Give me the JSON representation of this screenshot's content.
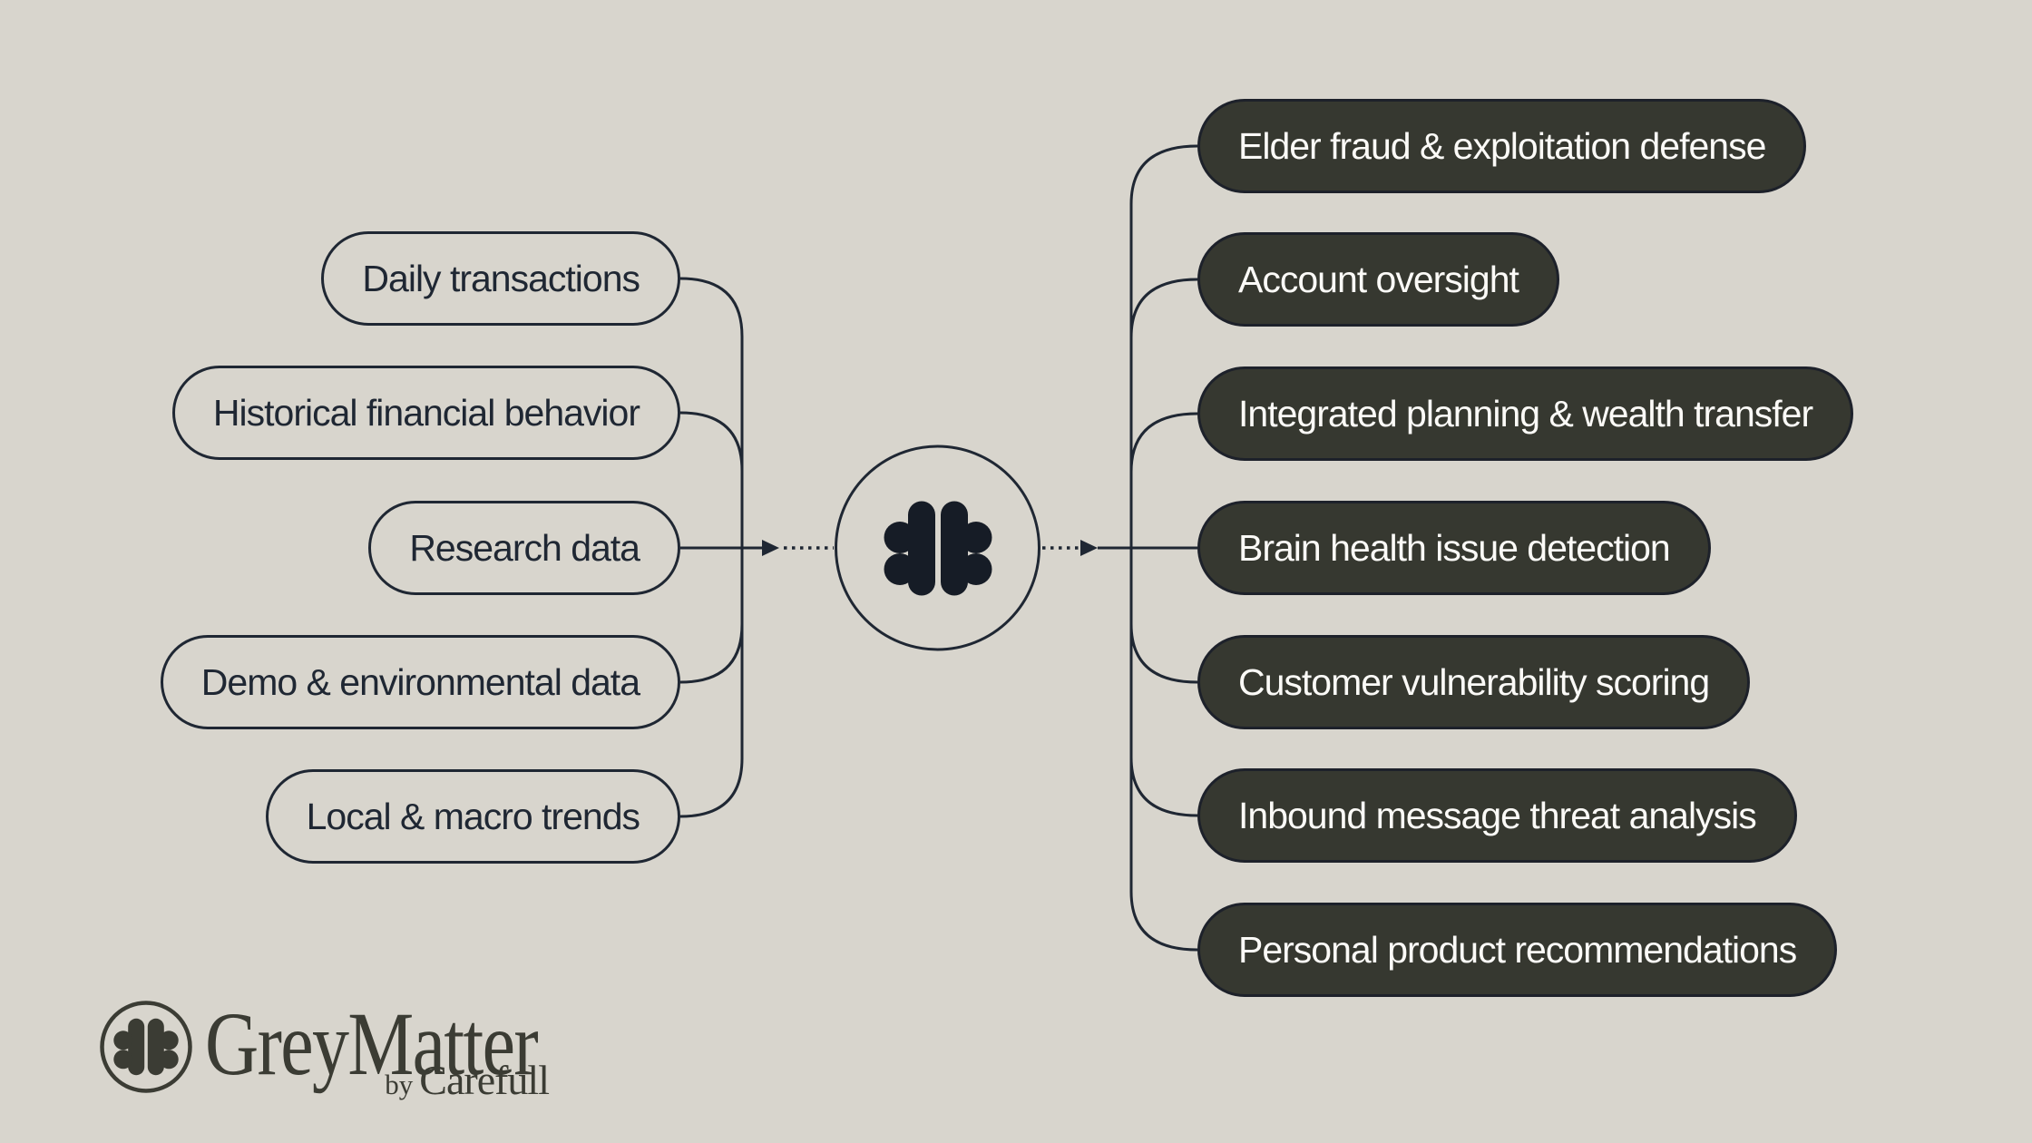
{
  "inputs": {
    "items": [
      "Daily transactions",
      "Historical financial behavior",
      "Research data",
      "Demo & environmental data",
      "Local & macro trends"
    ]
  },
  "outputs": {
    "items": [
      "Elder fraud & exploitation defense",
      "Account oversight",
      "Integrated planning & wealth transfer",
      "Brain health issue detection",
      "Customer vulnerability scoring",
      "Inbound message threat analysis",
      "Personal product recommendations"
    ]
  },
  "hub": {
    "icon": "brain-icon"
  },
  "logo": {
    "wordmark": "GreyMatter",
    "byline_prefix": "by",
    "byline_brand": "Carefull",
    "icon": "brain-in-circle-icon"
  },
  "colors": {
    "background": "#d8d5cd",
    "ink": "#1f2733",
    "hub_brain": "#161c26",
    "pill_dark_bg": "#363830",
    "pill_dark_text": "#fbfaf7",
    "logo": "#3b3c34"
  }
}
